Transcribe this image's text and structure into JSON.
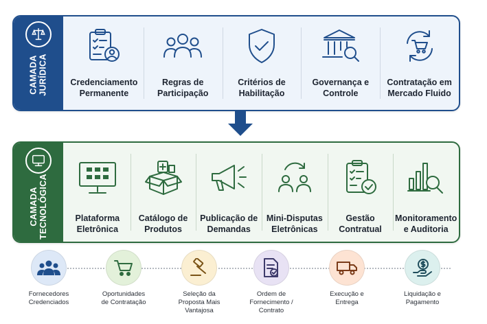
{
  "colors": {
    "juridica": "#1f4e8c",
    "tecnologica": "#2e6b3f",
    "arrow": "#1f4e8c",
    "step_circles": [
      "#dde8f7",
      "#e3f1da",
      "#fbefd2",
      "#e8e2f4",
      "#fde3d3",
      "#dcf0ee"
    ]
  },
  "camada_juridica": {
    "title": "CAMADA\nJURÍDICA",
    "icon": "scales-icon",
    "items": [
      {
        "label": "Credenciamento\nPermanente",
        "icon": "clipboard-person-icon"
      },
      {
        "label": "Regras de\nParticipação",
        "icon": "people-group-icon"
      },
      {
        "label": "Critérios de\nHabilitação",
        "icon": "shield-check-icon"
      },
      {
        "label": "Governança e\nControle",
        "icon": "bank-search-icon"
      },
      {
        "label": "Contratação em\nMercado Fluido",
        "icon": "cart-cycle-icon"
      }
    ]
  },
  "camada_tecnologica": {
    "title": "CAMADA\nTECNOLÓGICA",
    "icon": "monitor-icon",
    "items": [
      {
        "label": "Plataforma\nEletrônica",
        "icon": "monitor-grid-icon"
      },
      {
        "label": "Catálogo de\nProdutos",
        "icon": "box-products-icon"
      },
      {
        "label": "Publicação de\nDemandas",
        "icon": "megaphone-icon"
      },
      {
        "label": "Mini-Disputas\nEletrônicas",
        "icon": "people-exchange-icon"
      },
      {
        "label": "Gestão\nContratual",
        "icon": "clipboard-check-icon"
      },
      {
        "label": "Monitoramento\ne Auditoria",
        "icon": "chart-search-icon"
      }
    ]
  },
  "flow": [
    {
      "label": "Fornecedores\nCredenciados",
      "icon": "people-icon"
    },
    {
      "label": "Oportunidades\nde Contratação",
      "icon": "cart-icon"
    },
    {
      "label": "Seleção da\nProposta Mais\nVantajosa",
      "icon": "gavel-icon"
    },
    {
      "label": "Ordem de\nFornecimento /\nContrato",
      "icon": "document-check-icon"
    },
    {
      "label": "Execução e\nEntrega",
      "icon": "truck-icon"
    },
    {
      "label": "Liquidação e\nPagamento",
      "icon": "payment-icon"
    }
  ]
}
